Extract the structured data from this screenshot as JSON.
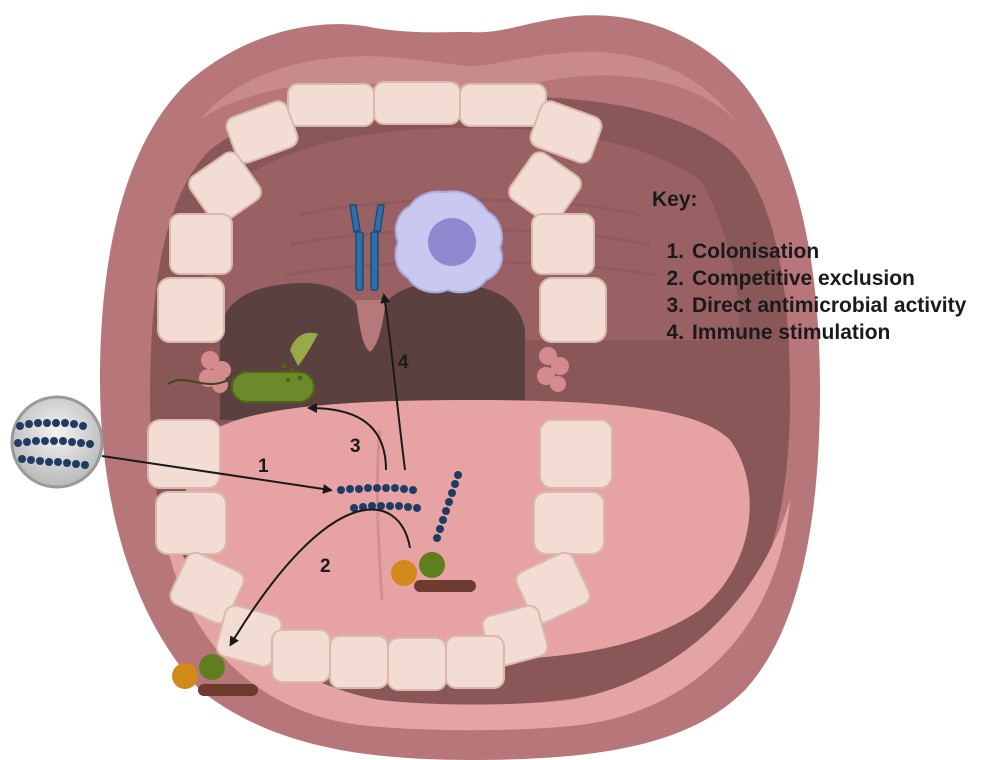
{
  "key": {
    "title": "Key:",
    "items": [
      {
        "num": "1.",
        "text": "Colonisation"
      },
      {
        "num": "2.",
        "text": "Competitive exclusion"
      },
      {
        "num": "3.",
        "text": "Direct antimicrobial activity"
      },
      {
        "num": "4.",
        "text": "Immune stimulation"
      }
    ]
  },
  "arrows": {
    "n1": "1",
    "n2": "2",
    "n3": "3",
    "n4": "4"
  },
  "colors": {
    "lips": "#b7777a",
    "oral_cavity": "#8a5759",
    "throat": "#5a4140",
    "tongue": "#e7a3a3",
    "teeth": "#f2dcd4",
    "gums": "#e4a4a4",
    "probiotic": "#1f3c63",
    "pathogen_green": "#6d8a2a",
    "macrophage": "#c9c8f0",
    "arrow": "#1a1a1a"
  },
  "icons": [
    "probiotic-petri-dish",
    "antibody-receptor",
    "immune-cell",
    "pathogen-bacterium",
    "resident-microbes"
  ]
}
